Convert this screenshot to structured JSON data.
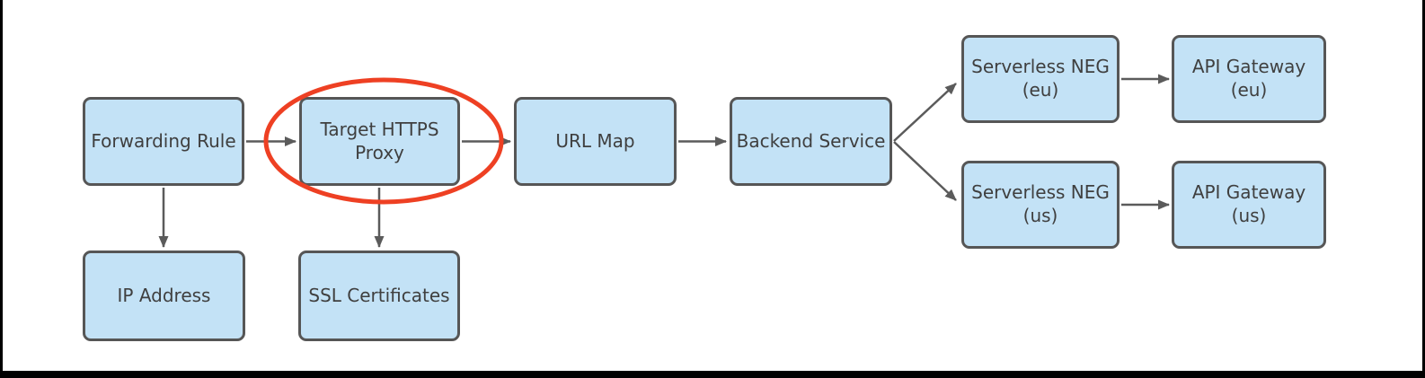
{
  "diagram": {
    "nodes": {
      "forwarding_rule": {
        "label": "Forwarding Rule"
      },
      "target_https_proxy": {
        "label": "Target HTTPS\nProxy",
        "highlighted": true
      },
      "url_map": {
        "label": "URL Map"
      },
      "backend_service": {
        "label": "Backend Service"
      },
      "serverless_neg_eu": {
        "label": "Serverless NEG\n(eu)"
      },
      "api_gateway_eu": {
        "label": "API Gateway\n(eu)"
      },
      "serverless_neg_us": {
        "label": "Serverless NEG\n(us)"
      },
      "api_gateway_us": {
        "label": "API Gateway\n(us)"
      },
      "ip_address": {
        "label": "IP Address"
      },
      "ssl_certificates": {
        "label": "SSL Certificates"
      }
    },
    "edges": [
      {
        "from": "forwarding_rule",
        "to": "target_https_proxy",
        "direction": "right"
      },
      {
        "from": "target_https_proxy",
        "to": "url_map",
        "direction": "right"
      },
      {
        "from": "url_map",
        "to": "backend_service",
        "direction": "right"
      },
      {
        "from": "backend_service",
        "to": "serverless_neg_eu",
        "direction": "up-right"
      },
      {
        "from": "backend_service",
        "to": "serverless_neg_us",
        "direction": "down-right"
      },
      {
        "from": "serverless_neg_eu",
        "to": "api_gateway_eu",
        "direction": "right"
      },
      {
        "from": "serverless_neg_us",
        "to": "api_gateway_us",
        "direction": "right"
      },
      {
        "from": "forwarding_rule",
        "to": "ip_address",
        "direction": "down"
      },
      {
        "from": "target_https_proxy",
        "to": "ssl_certificates",
        "direction": "down"
      }
    ],
    "highlight": {
      "shape": "ellipse",
      "around": "target_https_proxy"
    },
    "colors": {
      "node_fill": "#C3E2F6",
      "node_border": "#565656",
      "arrow": "#5B5B5B",
      "text": "#3F3F3F",
      "highlight_ellipse": "#EE4023",
      "frame": "#000000",
      "background": "#FFFFFF"
    }
  }
}
